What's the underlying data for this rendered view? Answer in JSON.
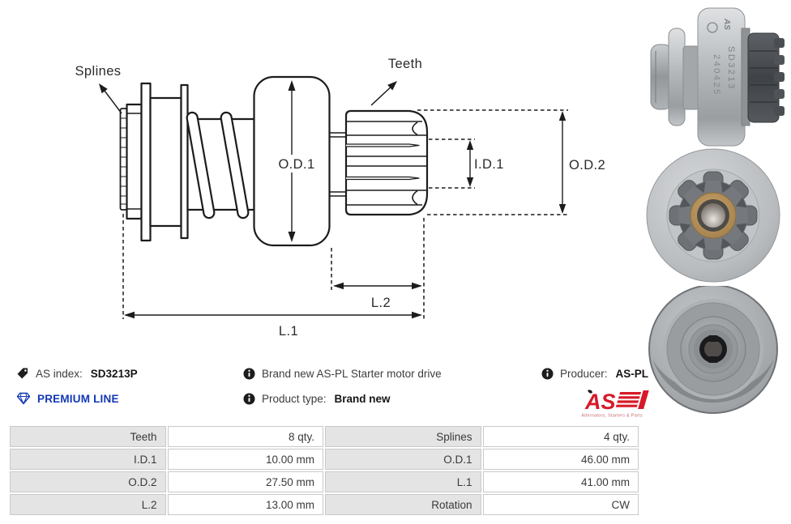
{
  "diagram": {
    "labels": {
      "splines": "Splines",
      "teeth": "Teeth",
      "od1": "O.D.1",
      "id1": "I.D.1",
      "od2": "O.D.2",
      "l1": "L.1",
      "l2": "L.2"
    }
  },
  "photos": {
    "engraving_line1": "SD3213",
    "engraving_line2": "240425",
    "stamp": "AS"
  },
  "info": {
    "as_index_label": "AS index:",
    "as_index_value": "SD3213P",
    "premium_line": "PREMIUM LINE",
    "description": "Brand new AS-PL Starter motor drive",
    "product_type_label": "Product type:",
    "product_type_value": "Brand new",
    "producer_label": "Producer:",
    "producer_value": "AS-PL",
    "logo_text": "AS",
    "logo_tagline": "Alternators, Starters & Parts"
  },
  "icons": {
    "as_index": "tag-icon",
    "premium": "diamond-icon",
    "info": "info-circle-icon"
  },
  "colors": {
    "premium_blue": "#1238b4",
    "logo_red": "#d71a28",
    "table_label_bg": "#e4e4e4",
    "table_border": "#c9c9c9",
    "diagram_line": "#1c1c1c"
  },
  "specs": {
    "rows": [
      {
        "label1": "Teeth",
        "value1": "8 qty.",
        "label2": "Splines",
        "value2": "4 qty."
      },
      {
        "label1": "I.D.1",
        "value1": "10.00 mm",
        "label2": "O.D.1",
        "value2": "46.00 mm"
      },
      {
        "label1": "O.D.2",
        "value1": "27.50 mm",
        "label2": "L.1",
        "value2": "41.00 mm"
      },
      {
        "label1": "L.2",
        "value1": "13.00 mm",
        "label2": "Rotation",
        "value2": "CW"
      }
    ]
  }
}
